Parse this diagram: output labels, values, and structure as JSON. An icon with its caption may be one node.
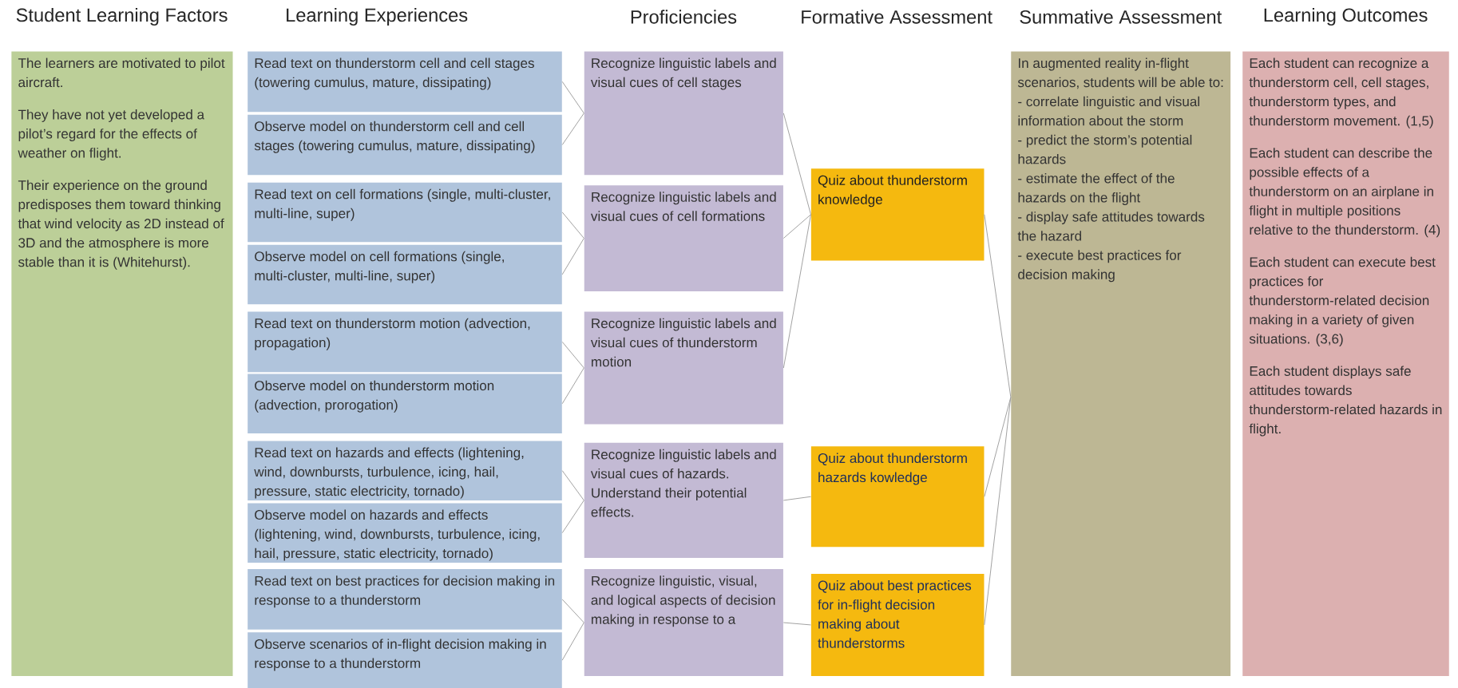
{
  "diagram": {
    "nodes": [
      {
        "text": [
          "The learners are motivated to pilot aircraft.",
          "They have not yet developed a pilot’s regard for the effects of weather on flight.",
          "Their experience on the ground predisposes them toward thinking that wind velocity as 2D instead of 3D and the atmosphere is more stable than it is (Whitehurst)."
        ]
      },
      {
        "text": [
          "Read text on thunderstorm cell and cell stages (towering cumulus, mature, dissipating)"
        ]
      },
      {
        "text": [
          "Observe model on thunderstorm cell and cell stages (towering cumulus, mature, dissipating)"
        ]
      },
      {
        "text": [
          "Read text on cell formations (single, multi-cluster, multi-line, super)"
        ]
      },
      {
        "text": [
          "Observe model on cell formations (single, multi-cluster, multi-line, super)"
        ]
      },
      {
        "text": [
          "Read text on thunderstorm motion (advection, propagation)"
        ]
      },
      {
        "text": [
          "Observe model on thunderstorm motion (advection, prorogation)"
        ]
      },
      {
        "text": [
          "Read text on hazards and effects (lightening, wind, downbursts, turbulence, icing, hail, pressure, static electricity, tornado)"
        ]
      },
      {
        "text": [
          "Observe model on hazards and effects (lightening, wind, downbursts, turbulence, icing, hail, pressure, static electricity, tornado)"
        ]
      },
      {
        "text": [
          "Read text on best practices for decision making in response to a thunderstorm"
        ]
      },
      {
        "text": [
          "Observe scenarios of in-flight decision making in response to a thunderstorm"
        ]
      },
      {
        "text": [
          "Recognize linguistic labels and visual cues of cell stages"
        ]
      },
      {
        "text": [
          "Recognize linguistic labels and visual cues of cell formations"
        ]
      },
      {
        "text": [
          "Recognize linguistic labels and visual cues of thunderstorm motion"
        ]
      },
      {
        "text": [
          "Recognize linguistic labels and visual cues of hazards. Understand their potential effects."
        ]
      },
      {
        "text": [
          "Recognize linguistic, visual, and logical aspects of decision making in response to a"
        ]
      },
      {
        "text": [
          "Quiz about thunderstorm knowledge"
        ]
      },
      {
        "text": [
          "Quiz about thunderstorm hazards kowledge"
        ]
      },
      {
        "text": [
          "Quiz about best practices for in-flight decision making about thunderstorms"
        ]
      },
      {
        "text": [
          "In augmented reality in-flight scenarios, students will be able to:",
          "- correlate linguistic and visual information about the storm",
          "- predict the storm’s potential hazards",
          "- estimate the effect of the hazards on the flight",
          "- display safe attitudes towards the hazard",
          "- execute best practices for decision making"
        ]
      },
      {
        "text": [
          "Each student can recognize a thunderstorm cell, cell stages, thunderstorm types, and thunderstorm movement. (1,5)",
          "Each student can describe the possible effects of a thunderstorm on an airplane in flight in multiple positions relative to the thunderstorm. (4)",
          "Each student can execute best practices for thunderstorm-related decision making in a variety of given situations. (3,6)",
          "Each student displays safe attitudes towards thunderstorm-related hazards in flight."
        ]
      }
    ],
    "edges": [
      {
        "from": 1,
        "to": 11,
        "arrow": "none"
      },
      {
        "from": 2,
        "to": 11,
        "arrow": "none"
      },
      {
        "from": 3,
        "to": 12,
        "arrow": "none"
      },
      {
        "from": 4,
        "to": 12,
        "arrow": "none"
      },
      {
        "from": 5,
        "to": 13,
        "arrow": "none"
      },
      {
        "from": 6,
        "to": 13,
        "arrow": "none"
      },
      {
        "from": 7,
        "to": 14,
        "arrow": "none"
      },
      {
        "from": 8,
        "to": 14,
        "arrow": "none"
      },
      {
        "from": 9,
        "to": 15,
        "arrow": "none"
      },
      {
        "from": 10,
        "to": 15,
        "arrow": "none"
      },
      {
        "from": 11,
        "to": 16,
        "arrow": "none"
      },
      {
        "from": 12,
        "to": 16,
        "arrow": "none"
      },
      {
        "from": 13,
        "to": 16,
        "arrow": "none"
      },
      {
        "from": 14,
        "to": 17,
        "arrow": "none"
      },
      {
        "from": 15,
        "to": 18,
        "arrow": "none"
      },
      {
        "from": 16,
        "to": 19,
        "arrow": "none"
      },
      {
        "from": 17,
        "to": 19,
        "arrow": "none"
      },
      {
        "from": 18,
        "to": 19,
        "arrow": "none"
      }
    ],
    "labels": [
      "Student Learning Factors",
      "Learning Experiences",
      "Proficiencies",
      "Formative Assessment",
      "Summative Assessment",
      "Learning Outcomes"
    ]
  }
}
